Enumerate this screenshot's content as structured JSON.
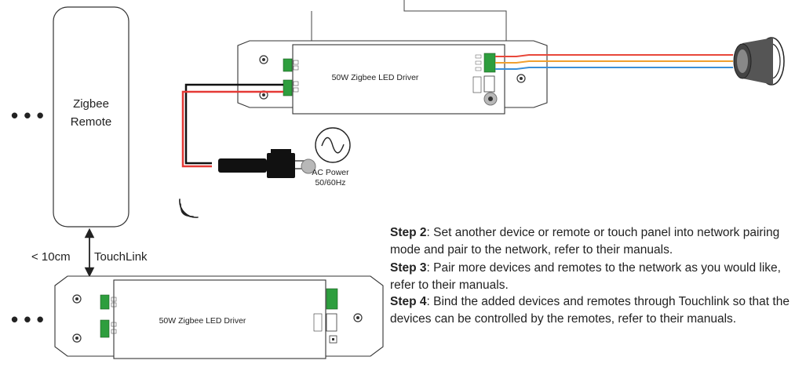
{
  "remote": {
    "label_line1": "Zigbee",
    "label_line2": "Remote"
  },
  "ellipsis": "• • •",
  "driver_top": {
    "label": "50W Zigbee LED Driver"
  },
  "driver_bottom": {
    "label": "50W Zigbee LED Driver"
  },
  "ac_power": {
    "line1": "AC Power",
    "line2": "50/60Hz"
  },
  "touchlink": {
    "distance": "< 10cm",
    "label": "TouchLink"
  },
  "colors": {
    "live_wire": "#e53935",
    "neutral_wire": "#111111",
    "red_wire": "#e8473a",
    "orange_wire": "#f0a030",
    "blue_wire": "#3a8fd8",
    "terminal": "#2e9e3e"
  },
  "steps": [
    {
      "title": "Step 2",
      "text": ": Set another device or remote or touch panel into network pairing mode and pair to the network, refer to their manuals."
    },
    {
      "title": "Step 3",
      "text": ": Pair more devices and remotes to the network as you would like, refer to their manuals."
    },
    {
      "title": "Step 4",
      "text": ": Bind the added devices and remotes through Touchlink so that the devices can be controlled by the remotes, refer to their manuals."
    }
  ]
}
